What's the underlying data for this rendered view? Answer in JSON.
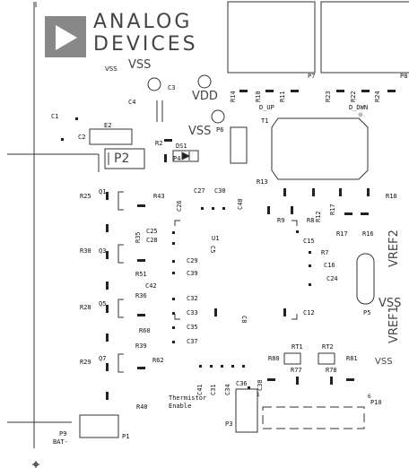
{
  "brand": {
    "line1": "ANALOG",
    "line2": "DEVICES"
  },
  "labels": {
    "vss_a": "VSS",
    "vss_b": "VSS",
    "vdd": "VDD",
    "vss_c": "VSS",
    "vss_right": "VSS",
    "vss_right2": "VSS",
    "vref1": "VREF1",
    "vref2": "VREF2",
    "p2": "P2",
    "bat": "BAT-",
    "thermistor": "Thermistor",
    "enable": "Enable",
    "d_up": "D_UP",
    "d_dwn": "D_DWN"
  },
  "designators": {
    "c1": "C1",
    "c2": "C2",
    "e2": "E2",
    "c3": "C3",
    "c4": "C4",
    "r2": "R2",
    "ds1": "DS1",
    "p4": "P4",
    "p6": "P6",
    "r14": "R14",
    "r10": "R10",
    "r11": "R11",
    "p7": "P7",
    "r23": "R23",
    "r22": "R22",
    "r24": "R24",
    "p8": "P8",
    "t1": "T1",
    "r13": "R13",
    "r18": "R18",
    "r25": "R25",
    "q1": "Q1",
    "r43": "R43",
    "c26": "C26",
    "c27": "C27",
    "c30": "C30",
    "c40": "C40",
    "r9": "R9",
    "r8": "R8",
    "r12": "R12",
    "r17a": "R17",
    "r17b": "R17",
    "r16": "R16",
    "r35": "R35",
    "c25": "C25",
    "c28": "C28",
    "u1": "U1",
    "c5": "C5",
    "c15": "C15",
    "r7": "R7",
    "c16": "C16",
    "c24": "C24",
    "r30": "R30",
    "q3": "Q3",
    "c29": "C29",
    "c39": "C39",
    "r51": "R51",
    "c42": "C42",
    "r36": "R36",
    "c32": "C32",
    "p5": "P5",
    "r28": "R28",
    "q5": "Q5",
    "c33": "C33",
    "c8": "C8",
    "c12": "C12",
    "r60": "R60",
    "c35": "C35",
    "c37": "C37",
    "r39": "R39",
    "rt1": "RT1",
    "rt2": "RT2",
    "r29": "R29",
    "q7": "Q7",
    "r62": "R62",
    "r80": "R80",
    "r81": "R81",
    "r77": "R77",
    "r78": "R78",
    "c41": "C41",
    "c31": "C31",
    "c34": "C34",
    "c36": "C36",
    "c38": "C38",
    "p10": "P10",
    "r40": "R40",
    "p3": "P3",
    "p9": "P9",
    "p1": "P1",
    "pin1": "1",
    "pin6": "6"
  }
}
